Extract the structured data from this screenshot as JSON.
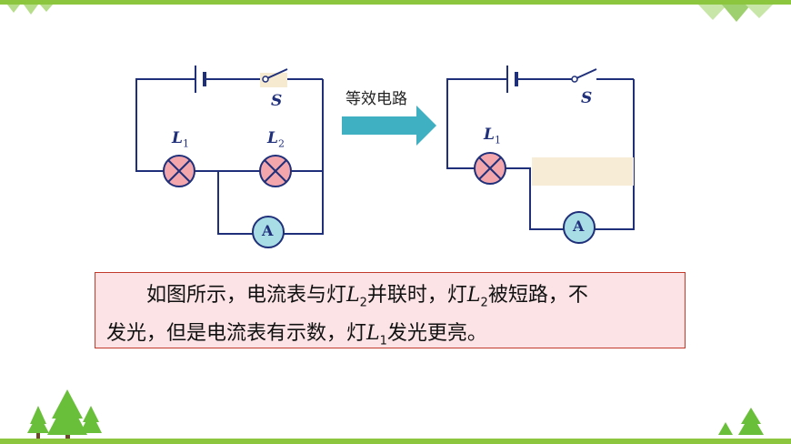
{
  "left_circuit": {
    "switch_label": "S",
    "lamp1_label": "L",
    "lamp1_sub": "1",
    "lamp2_label": "L",
    "lamp2_sub": "2",
    "ammeter_label": "A"
  },
  "arrow": {
    "label": "等效电路"
  },
  "right_circuit": {
    "switch_label": "S",
    "lamp1_label": "L",
    "lamp1_sub": "1",
    "ammeter_label": "A"
  },
  "note": {
    "line1_a": "如图所示，电流表与灯",
    "l2": "L",
    "l2_sub": "2",
    "line1_b": "并联时，灯",
    "line1_c": "被短路，不",
    "line2_a": "发光，但是电流表有示数，灯",
    "l1": "L",
    "l1_sub": "1",
    "line2_b": "发光更亮。"
  },
  "colors": {
    "wire": "#1f2f7a",
    "lamp_fill": "#f3a7ad",
    "ammeter_fill": "#a8dde6",
    "arrow_fill": "#3fb0c1",
    "note_bg": "#fbe3e6",
    "note_border": "#c0392b",
    "top_bar": "#8cc63f",
    "tree": "#6abf3a"
  }
}
